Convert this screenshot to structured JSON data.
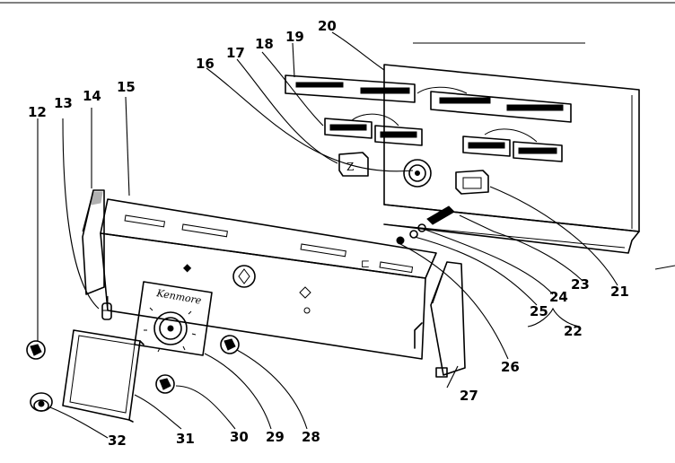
{
  "diagram": {
    "brand": "Kenmore",
    "callouts": [
      {
        "id": "12",
        "label": "12"
      },
      {
        "id": "13",
        "label": "13"
      },
      {
        "id": "14",
        "label": "14"
      },
      {
        "id": "15",
        "label": "15"
      },
      {
        "id": "16",
        "label": "16"
      },
      {
        "id": "17",
        "label": "17"
      },
      {
        "id": "18",
        "label": "18"
      },
      {
        "id": "19",
        "label": "19"
      },
      {
        "id": "20",
        "label": "20"
      },
      {
        "id": "21",
        "label": "21"
      },
      {
        "id": "22",
        "label": "22"
      },
      {
        "id": "23",
        "label": "23"
      },
      {
        "id": "24",
        "label": "24"
      },
      {
        "id": "25",
        "label": "25"
      },
      {
        "id": "26",
        "label": "26"
      },
      {
        "id": "27",
        "label": "27"
      },
      {
        "id": "28",
        "label": "28"
      },
      {
        "id": "29",
        "label": "29"
      },
      {
        "id": "30",
        "label": "30"
      },
      {
        "id": "31",
        "label": "31"
      },
      {
        "id": "32",
        "label": "32"
      }
    ]
  }
}
